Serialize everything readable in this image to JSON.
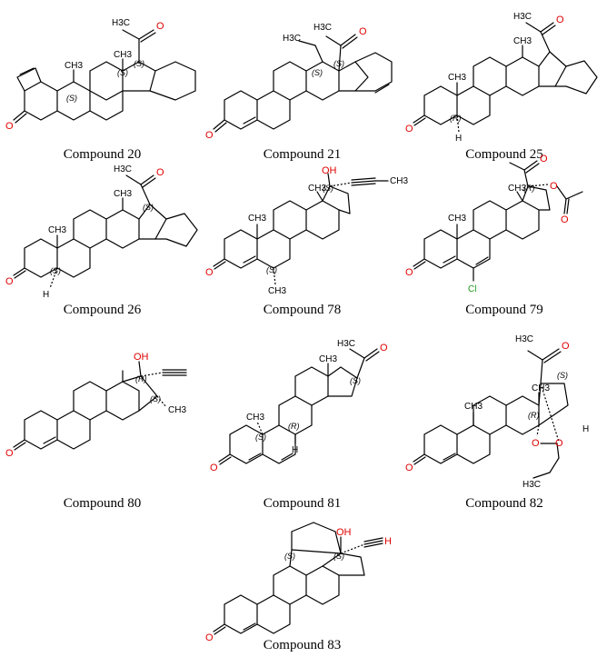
{
  "compounds": [
    {
      "id": "c20",
      "caption": "Compound 20"
    },
    {
      "id": "c21",
      "caption": "Compound 21"
    },
    {
      "id": "c25",
      "caption": "Compound 25"
    },
    {
      "id": "c26",
      "caption": "Compound 26"
    },
    {
      "id": "c78",
      "caption": "Compound 78"
    },
    {
      "id": "c79",
      "caption": "Compound 79"
    },
    {
      "id": "c80",
      "caption": "Compound 80"
    },
    {
      "id": "c81",
      "caption": "Compound 81"
    },
    {
      "id": "c82",
      "caption": "Compound 82"
    },
    {
      "id": "c83",
      "caption": "Compound 83"
    }
  ],
  "atom_labels": {
    "oxygen": "O",
    "methyl": "CH3",
    "methyl_sub": "3",
    "methyl_c": "CH",
    "hydroxyl": "OH",
    "hydrogen": "H",
    "chlorine": "Cl",
    "stereo_s": "(S)",
    "stereo_r": "(R)",
    "acetyl_h3c": "H3C",
    "ethyl_h3c": "H3C"
  },
  "colors": {
    "oxygen": "#e00000",
    "chlorine": "#1a9a1a",
    "bond": "#000000"
  }
}
